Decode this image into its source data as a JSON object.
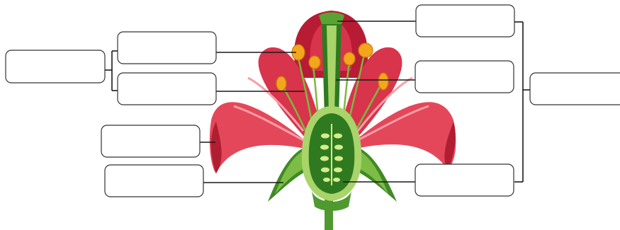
{
  "diagram": {
    "subject": "flower-longitudinal-section",
    "labels": [
      {
        "id": "left-outer",
        "text": ""
      },
      {
        "id": "left-top",
        "text": ""
      },
      {
        "id": "left-upper",
        "text": ""
      },
      {
        "id": "left-middle",
        "text": ""
      },
      {
        "id": "left-bottom",
        "text": ""
      },
      {
        "id": "right-top",
        "text": ""
      },
      {
        "id": "right-middle",
        "text": ""
      },
      {
        "id": "right-bottom",
        "text": ""
      },
      {
        "id": "right-outer",
        "text": ""
      }
    ],
    "colors": {
      "petal": "#d8344c",
      "petal_dark": "#a8182e",
      "petal_light": "#f08a94",
      "stem": "#4f9a2f",
      "stem_dark": "#2f6f1c",
      "stem_light": "#a9d46a",
      "anther": "#f3a51c",
      "leader_line": "#1a1a1a"
    }
  }
}
